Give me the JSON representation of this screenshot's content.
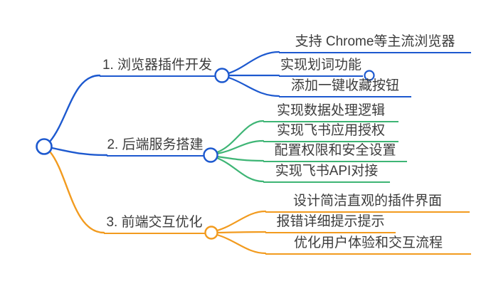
{
  "colors": {
    "branch_blue": "#1d59cf",
    "branch_green": "#3eb575",
    "branch_orange": "#f29b1f",
    "text": "#3c3c3c",
    "background": "#ffffff"
  },
  "mindmap": {
    "branches": [
      {
        "label": "1. 浏览器插件开发",
        "color": "#1d59cf",
        "children": [
          {
            "label": "支持 Chrome等主流浏览器"
          },
          {
            "label": "实现划词功能",
            "collapsed_children": true
          },
          {
            "label": "添加一键收藏按钮"
          }
        ]
      },
      {
        "label": "2. 后端服务搭建",
        "color": "#3eb575",
        "children": [
          {
            "label": "实现数据处理逻辑"
          },
          {
            "label": "实现飞书应用授权"
          },
          {
            "label": "配置权限和安全设置"
          },
          {
            "label": "实现飞书API对接"
          }
        ]
      },
      {
        "label": "3. 前端交互优化",
        "color": "#f29b1f",
        "children": [
          {
            "label": "设计简洁直观的插件界面"
          },
          {
            "label": "报错详细提示提示"
          },
          {
            "label": "优化用户体验和交互流程"
          }
        ]
      }
    ]
  }
}
